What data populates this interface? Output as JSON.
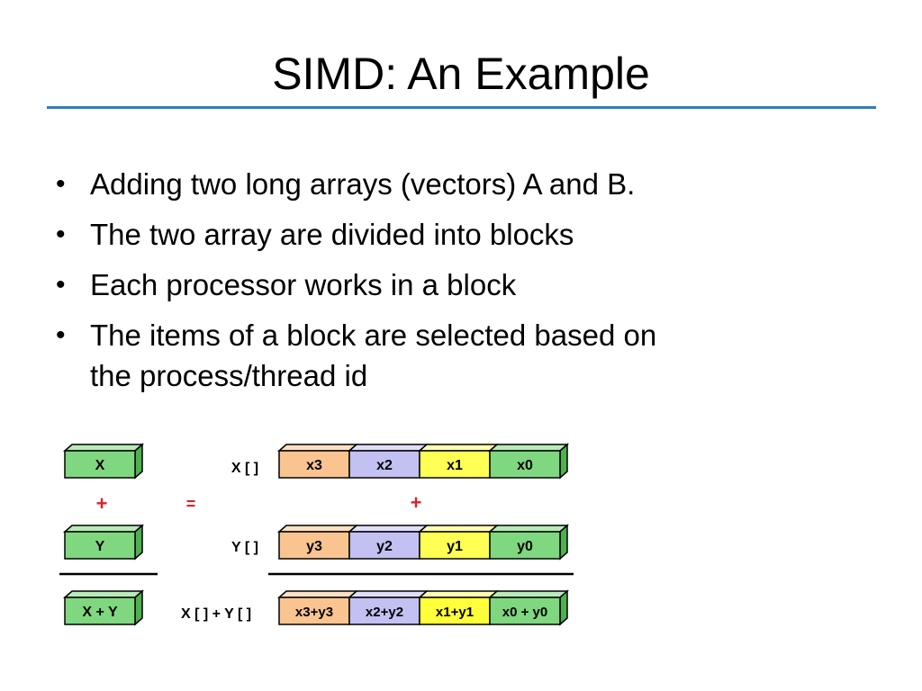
{
  "slide": {
    "title": "SIMD: An Example",
    "bullets": [
      {
        "text": "Adding two long arrays (vectors) A and B."
      },
      {
        "text": "The two array are divided into blocks"
      },
      {
        "text": "Each processor works in a block"
      },
      {
        "text_line1": "The items of a block are selected based on",
        "text_line2": "the process/thread id"
      }
    ]
  },
  "diagram": {
    "scalar": {
      "x_label": "X",
      "plus": "+",
      "y_label": "Y",
      "sum_label": "X + Y",
      "equals": "="
    },
    "vector": {
      "x_array_label": "X [ ]",
      "y_array_label": "Y [ ]",
      "sum_array_label": "X [ ] + Y [ ]",
      "plus": "+",
      "x_cells": [
        "x3",
        "x2",
        "x1",
        "x0"
      ],
      "y_cells": [
        "y3",
        "y2",
        "y1",
        "y0"
      ],
      "sum_cells": [
        "x3+y3",
        "x2+y2",
        "x1+y1",
        "x0 + y0"
      ]
    },
    "colors": {
      "green": "#7fd77f",
      "orange": "#f9c48f",
      "lavender": "#c3c0f2",
      "yellow": "#ffff54",
      "yellow_sum": "#ffff3a",
      "plus_red": "#e0202a",
      "rule_blue": "#2f7dbf"
    }
  }
}
